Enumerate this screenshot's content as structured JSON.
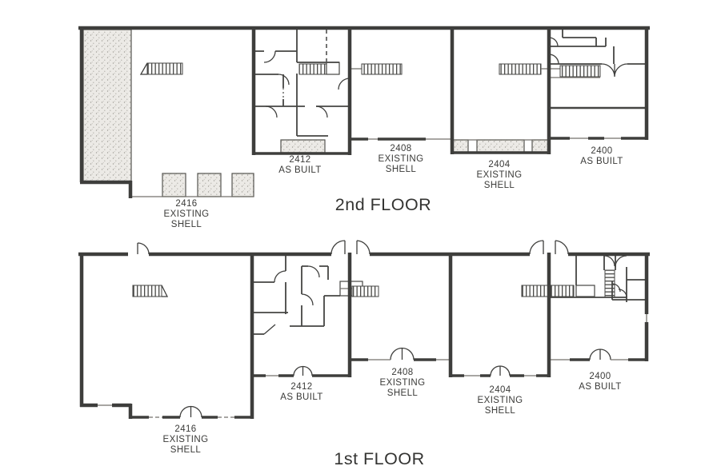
{
  "drawing": {
    "type": "building floor plan, two stacked plans",
    "colors": {
      "ink": "#3e3e3c",
      "stipple_fill": "#eceae6",
      "paper": "#ffffff"
    }
  },
  "floors": [
    {
      "title": "2nd FLOOR",
      "units": [
        {
          "number": "2416",
          "status_line1": "EXISTING",
          "status_line2": "SHELL"
        },
        {
          "number": "2412",
          "status_line1": "AS BUILT",
          "status_line2": ""
        },
        {
          "number": "2408",
          "status_line1": "EXISTING",
          "status_line2": "SHELL"
        },
        {
          "number": "2404",
          "status_line1": "EXISTING",
          "status_line2": "SHELL"
        },
        {
          "number": "2400",
          "status_line1": "AS BUILT",
          "status_line2": ""
        }
      ]
    },
    {
      "title": "1st FLOOR",
      "units": [
        {
          "number": "2416",
          "status_line1": "EXISTING",
          "status_line2": "SHELL"
        },
        {
          "number": "2412",
          "status_line1": "AS BUILT",
          "status_line2": ""
        },
        {
          "number": "2408",
          "status_line1": "EXISTING",
          "status_line2": "SHELL"
        },
        {
          "number": "2404",
          "status_line1": "EXISTING",
          "status_line2": "SHELL"
        },
        {
          "number": "2400",
          "status_line1": "AS BUILT",
          "status_line2": ""
        }
      ]
    }
  ]
}
